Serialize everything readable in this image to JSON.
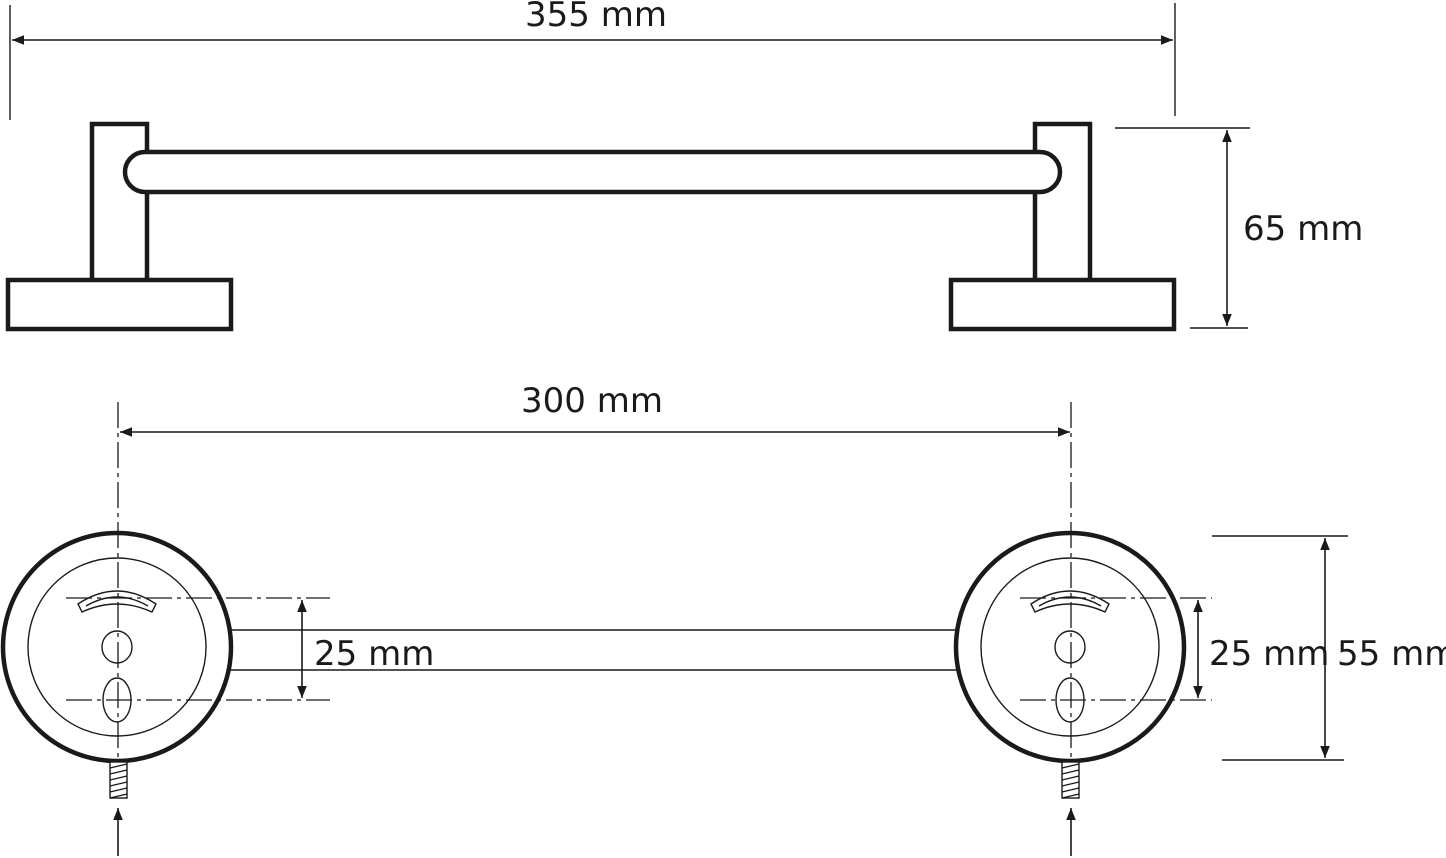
{
  "dimensions": {
    "overall_length": "355 mm",
    "height": "65 mm",
    "mount_spacing": "300 mm",
    "hole_spacing_left": "25 mm",
    "hole_spacing_right": "25 mm",
    "base_diameter": "55 mm"
  },
  "colors": {
    "line": "#1a1a1a",
    "background": "#ffffff"
  }
}
